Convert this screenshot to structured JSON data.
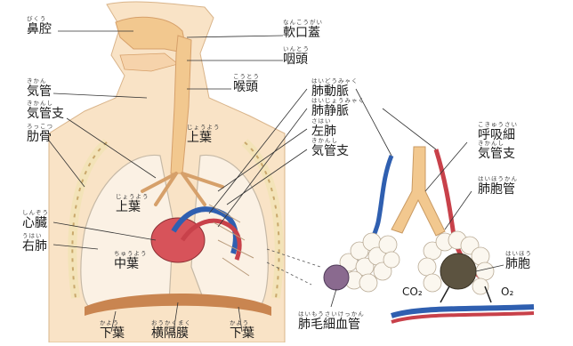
{
  "labels": {
    "bikuu": {
      "text": "鼻腔",
      "ruby": "びくう"
    },
    "nankougai": {
      "text": "軟口蓋",
      "ruby": "なんこうがい"
    },
    "intou": {
      "text": "咽頭",
      "ruby": "いんとう"
    },
    "koutou": {
      "text": "喉頭",
      "ruby": "こうとう"
    },
    "kikan": {
      "text": "気管",
      "ruby": "きかん"
    },
    "kikanshi_l": {
      "text": "気管支",
      "ruby": "きかんし"
    },
    "rokkotsu": {
      "text": "肋骨",
      "ruby": "ろっこつ"
    },
    "haidoumyaku": {
      "text": "肺動脈",
      "ruby": "はいどうみゃく"
    },
    "haijoumyaku": {
      "text": "肺静脈",
      "ruby": "はいじょうみゃく"
    },
    "jouyou_r": {
      "text": "上葉",
      "ruby": "じょうよう"
    },
    "hai_l": {
      "text": "左肺",
      "ruby": "さはい"
    },
    "kikanshi_m": {
      "text": "気管支",
      "ruby": "きかんし"
    },
    "jouyou_l": {
      "text": "上葉",
      "ruby": "じょうよう"
    },
    "shinzou": {
      "text": "心臓",
      "ruby": "しんぞう"
    },
    "uhai": {
      "text": "右肺",
      "ruby": "うはい"
    },
    "chuuyou": {
      "text": "中葉",
      "ruby": "ちゅうよう"
    },
    "kayou_l": {
      "text": "下葉",
      "ruby": "かよう"
    },
    "oukakumaku": {
      "text": "横隔膜",
      "ruby": "おうかくまく"
    },
    "kayou_r": {
      "text": "下葉",
      "ruby": "かよう"
    },
    "kokyuu": {
      "text": "呼吸細",
      "ruby": "こきゅうさい"
    },
    "kokyuu2": {
      "text": "気管支",
      "ruby": "きかんし"
    },
    "haihoukan": {
      "text": "肺胞管",
      "ruby": "はいほうかん"
    },
    "haihou": {
      "text": "肺胞",
      "ruby": "はいほう"
    },
    "moukan": {
      "text": "肺毛細血管",
      "ruby": "はいもうさいけっかん"
    },
    "co2": {
      "text": "CO₂"
    },
    "o2": {
      "text": "O₂"
    }
  },
  "colors": {
    "skin": "#f9d9b4",
    "skin_dark": "#e8b98a",
    "airway": "#f2c88f",
    "lung": "#fbf1e4",
    "lung_edge": "#c6b9a6",
    "bone": "#f3e3b8",
    "artery_blue": "#2f5fb0",
    "vein_red": "#c8414a",
    "heart_red": "#d7535a",
    "diaphragm": "#c98550",
    "label_line": "#333333"
  }
}
